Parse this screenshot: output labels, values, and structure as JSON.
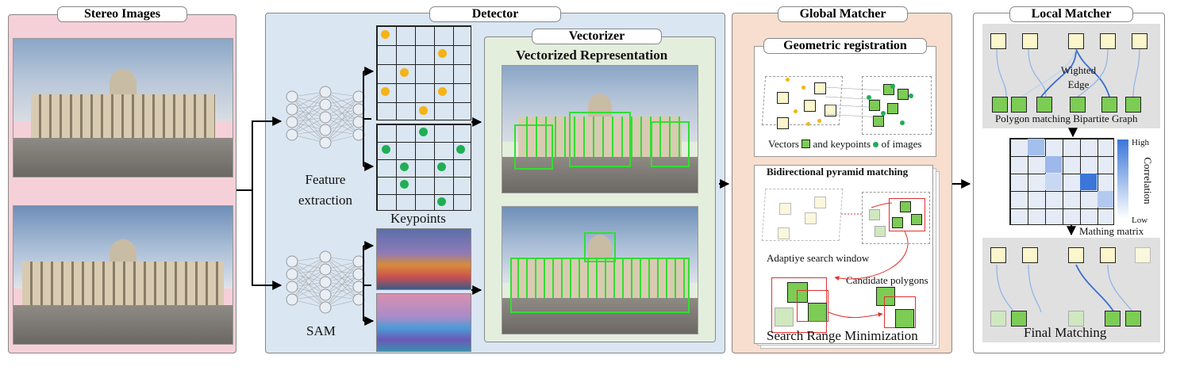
{
  "panels": {
    "stereo": "Stereo Images",
    "detector": "Detector",
    "vectorizer": "Vectorizer",
    "global": "Global Matcher",
    "local": "Local Matcher"
  },
  "detector": {
    "feature_extraction": "Feature\nextraction",
    "keypoints": "Keypoints",
    "sam": "SAM",
    "vectorized_representation": "Vectorized Representation"
  },
  "global": {
    "geometric_registration": "Geometric registration",
    "vectors_caption_a": "Vectors",
    "vectors_caption_b": "and keypoints",
    "vectors_caption_c": "of images",
    "bidirectional": "Bidirectional pyramid matching",
    "adaptive": "Adaptiye search window",
    "candidate": "Candidate polygons",
    "search_range": "Search Range Minimization"
  },
  "local": {
    "weighted_edge_1": "Wighted",
    "weighted_edge_2": "Edge",
    "bipartite": "Polygon matching Bipartite Graph",
    "high": "High",
    "low": "Low",
    "correlation": "Correlation",
    "matching_matrix": "Mathing matrix",
    "final": "Final Matching"
  },
  "colors": {
    "stereo_bg": "#f6d0d8",
    "detector_bg": "#dae6f2",
    "vectorizer_bg": "#e4eedd",
    "global_bg": "#f8dece",
    "local_bg": "#ffffff",
    "keypoint_orange": "#f5b316",
    "keypoint_green": "#1fae55",
    "polygon_green": "#33dd33"
  },
  "icons": [
    "neural-network-icon",
    "arrow-icon"
  ]
}
